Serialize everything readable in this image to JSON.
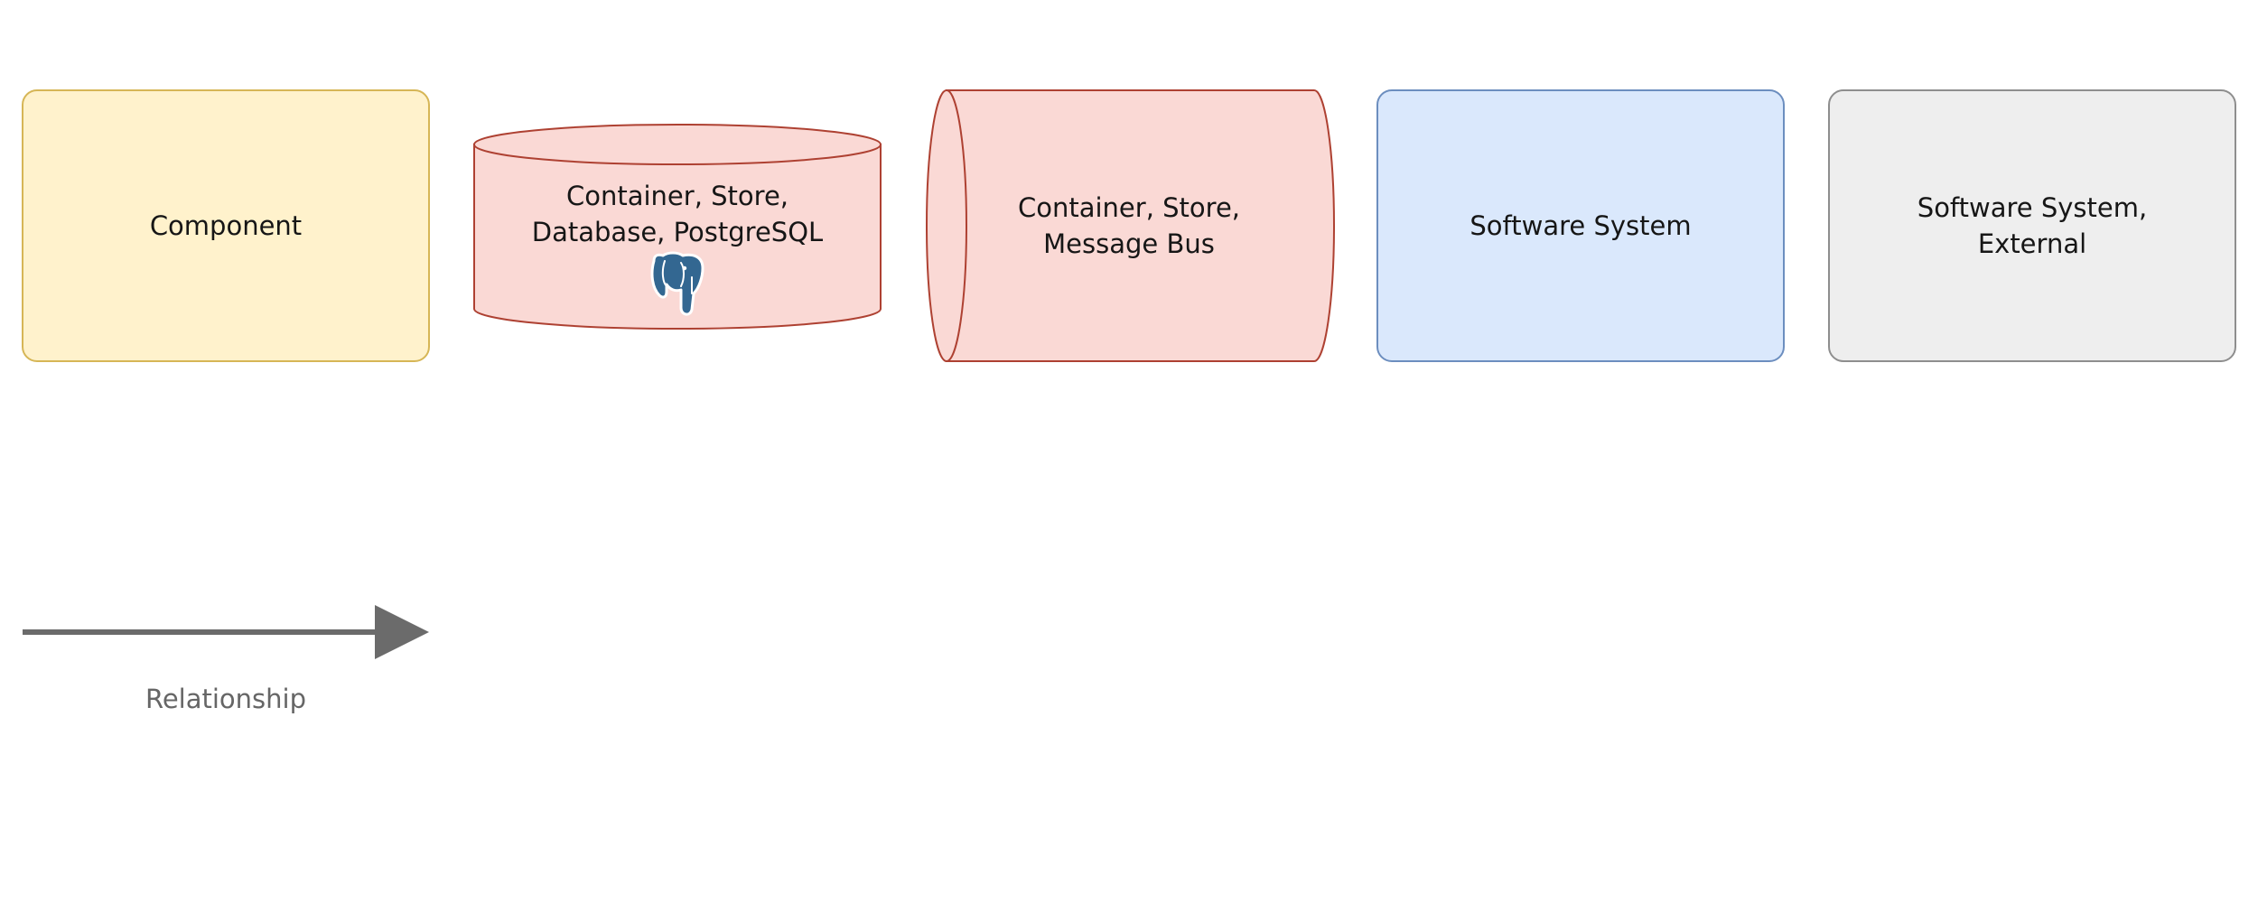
{
  "legend": {
    "component": {
      "label": "Component",
      "fill": "#FFF2CC",
      "stroke": "#D6B656"
    },
    "database": {
      "label_line1": "Container, Store,",
      "label_line2": "Database, PostgreSQL",
      "icon": "postgresql-elephant-icon",
      "fill": "#FAD9D5",
      "stroke": "#AE4132"
    },
    "message_bus": {
      "label_line1": "Container, Store,",
      "label_line2": "Message Bus",
      "fill": "#FAD9D5",
      "stroke": "#AE4132"
    },
    "software_system": {
      "label": "Software System",
      "fill": "#DAE8FC",
      "stroke": "#6C8EBF"
    },
    "software_system_external": {
      "label_line1": "Software System,",
      "label_line2": "External",
      "fill": "#EEEEEE",
      "stroke": "#8E8E8E"
    },
    "relationship": {
      "label": "Relationship",
      "color": "#6B6B6B"
    }
  }
}
